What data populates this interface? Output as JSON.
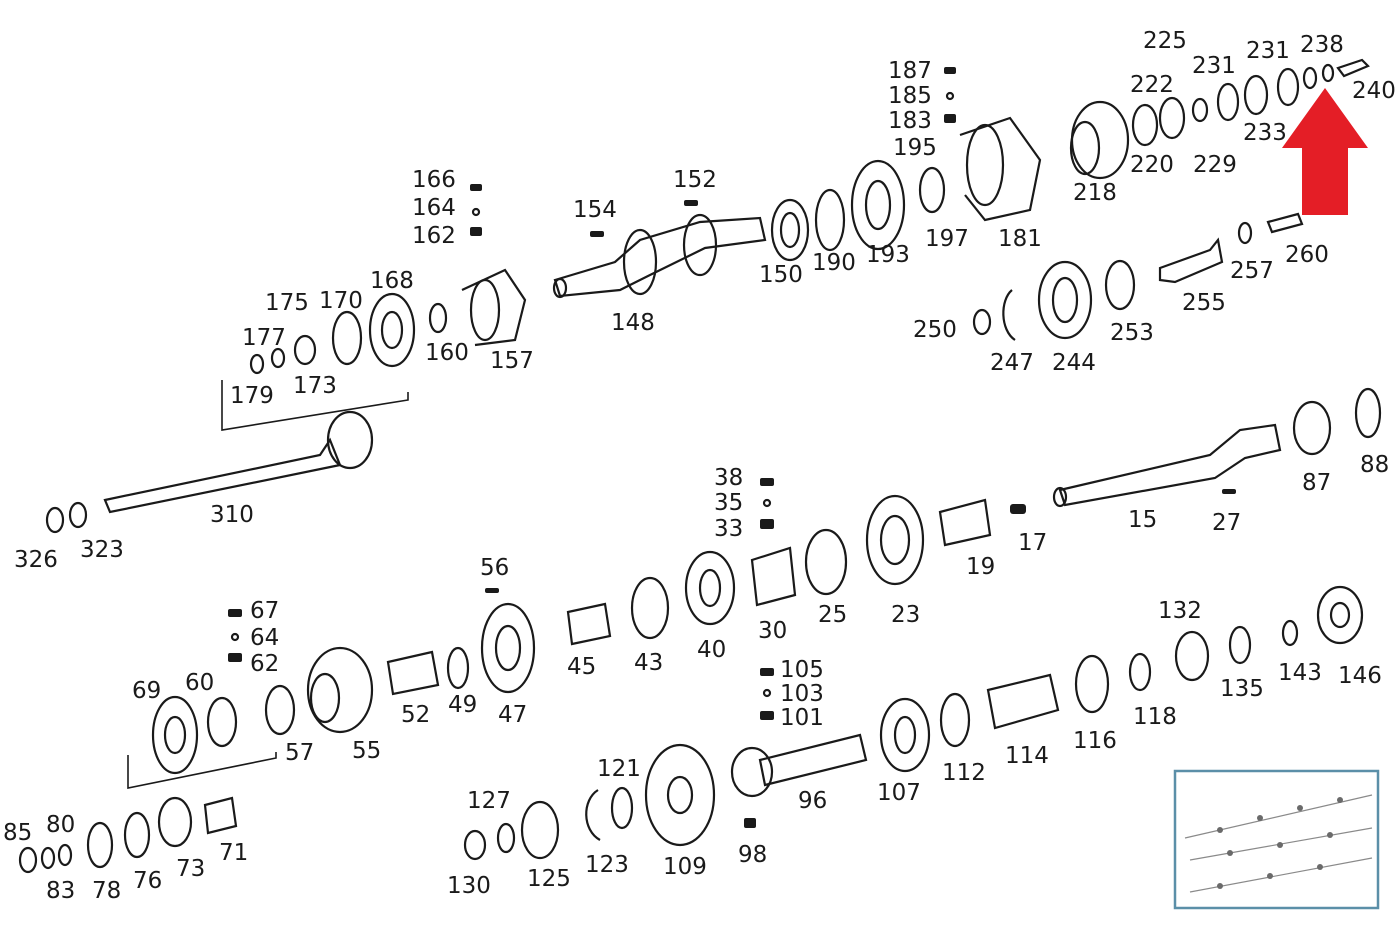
{
  "diagram": {
    "labels": [
      "225",
      "231",
      "238",
      "222",
      "231",
      "240",
      "233",
      "187",
      "185",
      "183",
      "195",
      "220",
      "229",
      "218",
      "166",
      "164",
      "162",
      "152",
      "154",
      "197",
      "181",
      "260",
      "193",
      "190",
      "150",
      "257",
      "255",
      "175",
      "170",
      "168",
      "148",
      "253",
      "250",
      "247",
      "244",
      "177",
      "160",
      "157",
      "173",
      "179",
      "88",
      "310",
      "87",
      "38",
      "35",
      "33",
      "17",
      "15",
      "27",
      "326",
      "323",
      "19",
      "56",
      "67",
      "64",
      "62",
      "25",
      "23",
      "30",
      "40",
      "43",
      "45",
      "105",
      "103",
      "101",
      "132",
      "146",
      "143",
      "135",
      "69",
      "60",
      "47",
      "49",
      "52",
      "55",
      "57",
      "118",
      "116",
      "114",
      "112",
      "107",
      "121",
      "127",
      "96",
      "98",
      "85",
      "80",
      "71",
      "76",
      "73",
      "78",
      "83",
      "130",
      "125",
      "123",
      "109"
    ],
    "accent_color": "#e41e26",
    "thumbnail_frame_color": "#5b8fa8"
  }
}
